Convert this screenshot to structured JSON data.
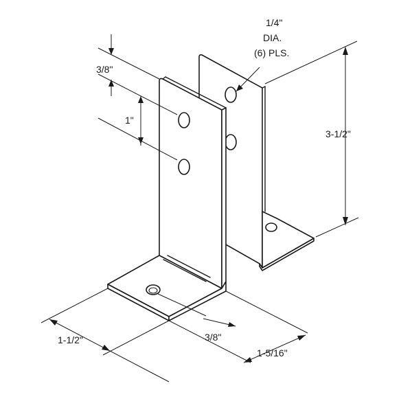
{
  "labels": {
    "hole_size": "1/4\"",
    "hole_type": "DIA.",
    "hole_count": "(6) PLS.",
    "height": "3-1/2\"",
    "edge_offset_top": "3/8\"",
    "hole_spacing": "1\"",
    "leg_length": "1-1/2\"",
    "edge_offset_bottom": "3/8\"",
    "leg_width": "1-5/16\""
  }
}
